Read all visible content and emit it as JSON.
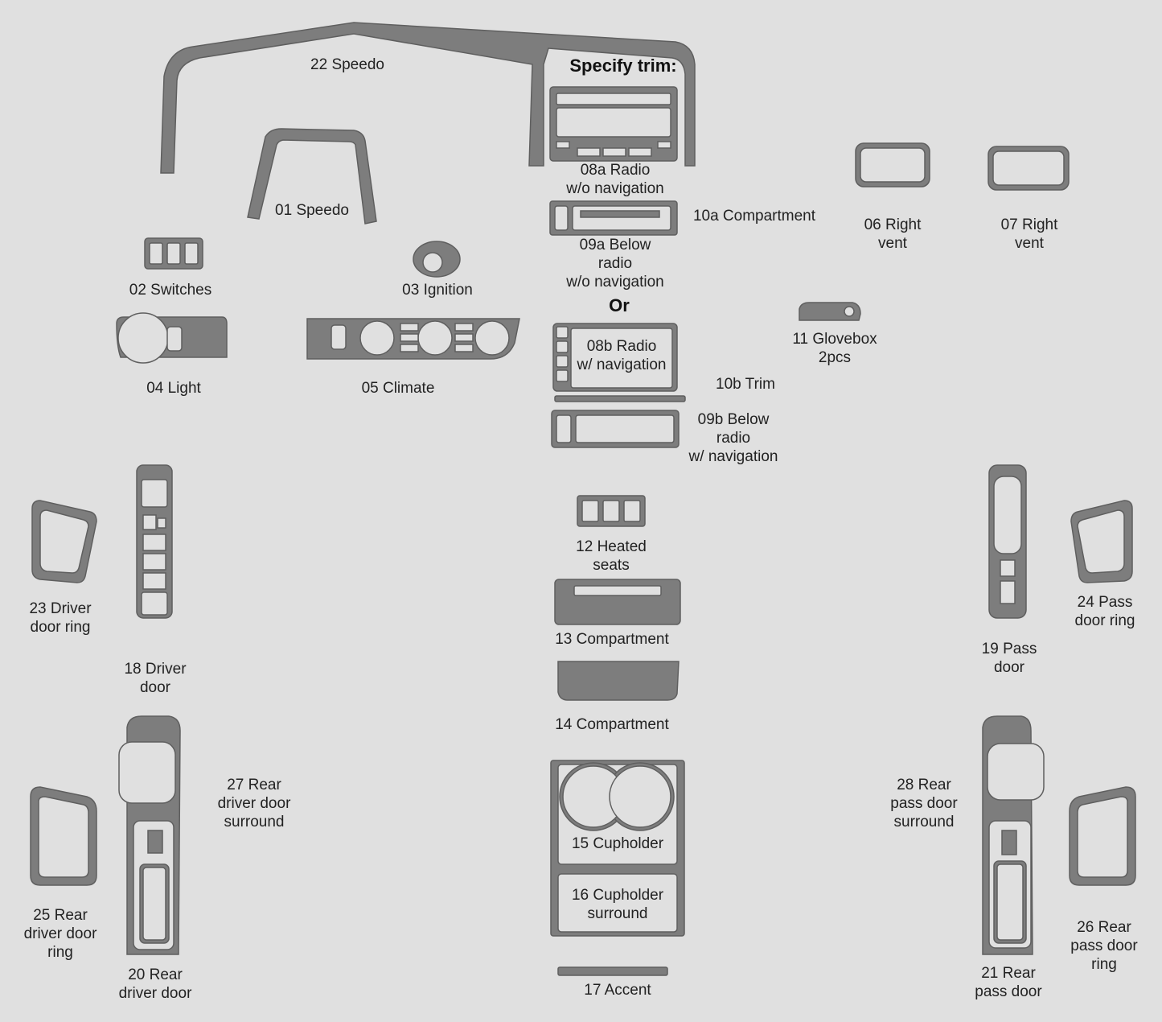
{
  "header": {
    "specify_trim": "Specify trim:",
    "or": "Or"
  },
  "colors": {
    "background": "#e0e0e0",
    "part_fill": "#7d7d7d",
    "part_outline": "#5f5f5f",
    "text": "#222222"
  },
  "parts": {
    "p22": "22 Speedo",
    "p01": "01 Speedo",
    "p02": "02 Switches",
    "p03": "03 Ignition",
    "p04": "04 Light",
    "p05": "05 Climate",
    "p06": "06 Right\nvent",
    "p07": "07 Right\nvent",
    "p08a": "08a Radio\nw/o navigation",
    "p09a": "09a Below\nradio\nw/o navigation",
    "p10a": "10a Compartment",
    "p08b": "08b Radio\nw/ navigation",
    "p10b": "10b Trim",
    "p09b": "09b Below\nradio\nw/ navigation",
    "p11": "11 Glovebox\n2pcs",
    "p12": "12 Heated\nseats",
    "p13": "13 Compartment",
    "p14": "14 Compartment",
    "p15": "15 Cupholder",
    "p16": "16 Cupholder\nsurround",
    "p17": "17 Accent",
    "p18": "18 Driver\ndoor",
    "p19": "19 Pass\ndoor",
    "p20": "20 Rear\ndriver door",
    "p21": "21 Rear\npass door",
    "p23": "23 Driver\ndoor ring",
    "p24": "24 Pass\ndoor ring",
    "p25": "25 Rear\ndriver door\nring",
    "p26": "26 Rear\npass door\nring",
    "p27": "27 Rear\ndriver door\nsurround",
    "p28": "28  Rear\npass door\nsurround"
  }
}
